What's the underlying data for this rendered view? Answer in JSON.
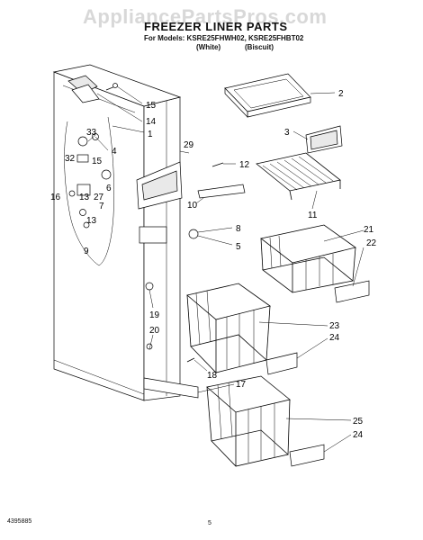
{
  "watermark": "AppliancePartsPros.com",
  "title": "FREEZER LINER PARTS",
  "models_line": "For Models: KSRE25FHWH02, KSRE25FHBT02",
  "variants": [
    "(White)",
    "(Biscuit)"
  ],
  "footer": {
    "doc_number": "4395885",
    "page_number": "5"
  },
  "callouts": [
    {
      "id": "c15a",
      "label": "15"
    },
    {
      "id": "c14",
      "label": "14"
    },
    {
      "id": "c1",
      "label": "1"
    },
    {
      "id": "c33",
      "label": "33"
    },
    {
      "id": "c4",
      "label": "4"
    },
    {
      "id": "c32",
      "label": "32"
    },
    {
      "id": "c15b",
      "label": "15"
    },
    {
      "id": "c6",
      "label": "6"
    },
    {
      "id": "c16",
      "label": "16"
    },
    {
      "id": "c13a",
      "label": "13"
    },
    {
      "id": "c27",
      "label": "27"
    },
    {
      "id": "c7",
      "label": "7"
    },
    {
      "id": "c13b",
      "label": "13"
    },
    {
      "id": "c9",
      "label": "9"
    },
    {
      "id": "c29",
      "label": "29"
    },
    {
      "id": "c2",
      "label": "2"
    },
    {
      "id": "c3",
      "label": "3"
    },
    {
      "id": "c12",
      "label": "12"
    },
    {
      "id": "c10",
      "label": "10"
    },
    {
      "id": "c11",
      "label": "11"
    },
    {
      "id": "c8",
      "label": "8"
    },
    {
      "id": "c5",
      "label": "5"
    },
    {
      "id": "c21",
      "label": "21"
    },
    {
      "id": "c22",
      "label": "22"
    },
    {
      "id": "c19",
      "label": "19"
    },
    {
      "id": "c20",
      "label": "20"
    },
    {
      "id": "c23",
      "label": "23"
    },
    {
      "id": "c24a",
      "label": "24"
    },
    {
      "id": "c18",
      "label": "18"
    },
    {
      "id": "c17",
      "label": "17"
    },
    {
      "id": "c25",
      "label": "25"
    },
    {
      "id": "c24b",
      "label": "24"
    }
  ]
}
